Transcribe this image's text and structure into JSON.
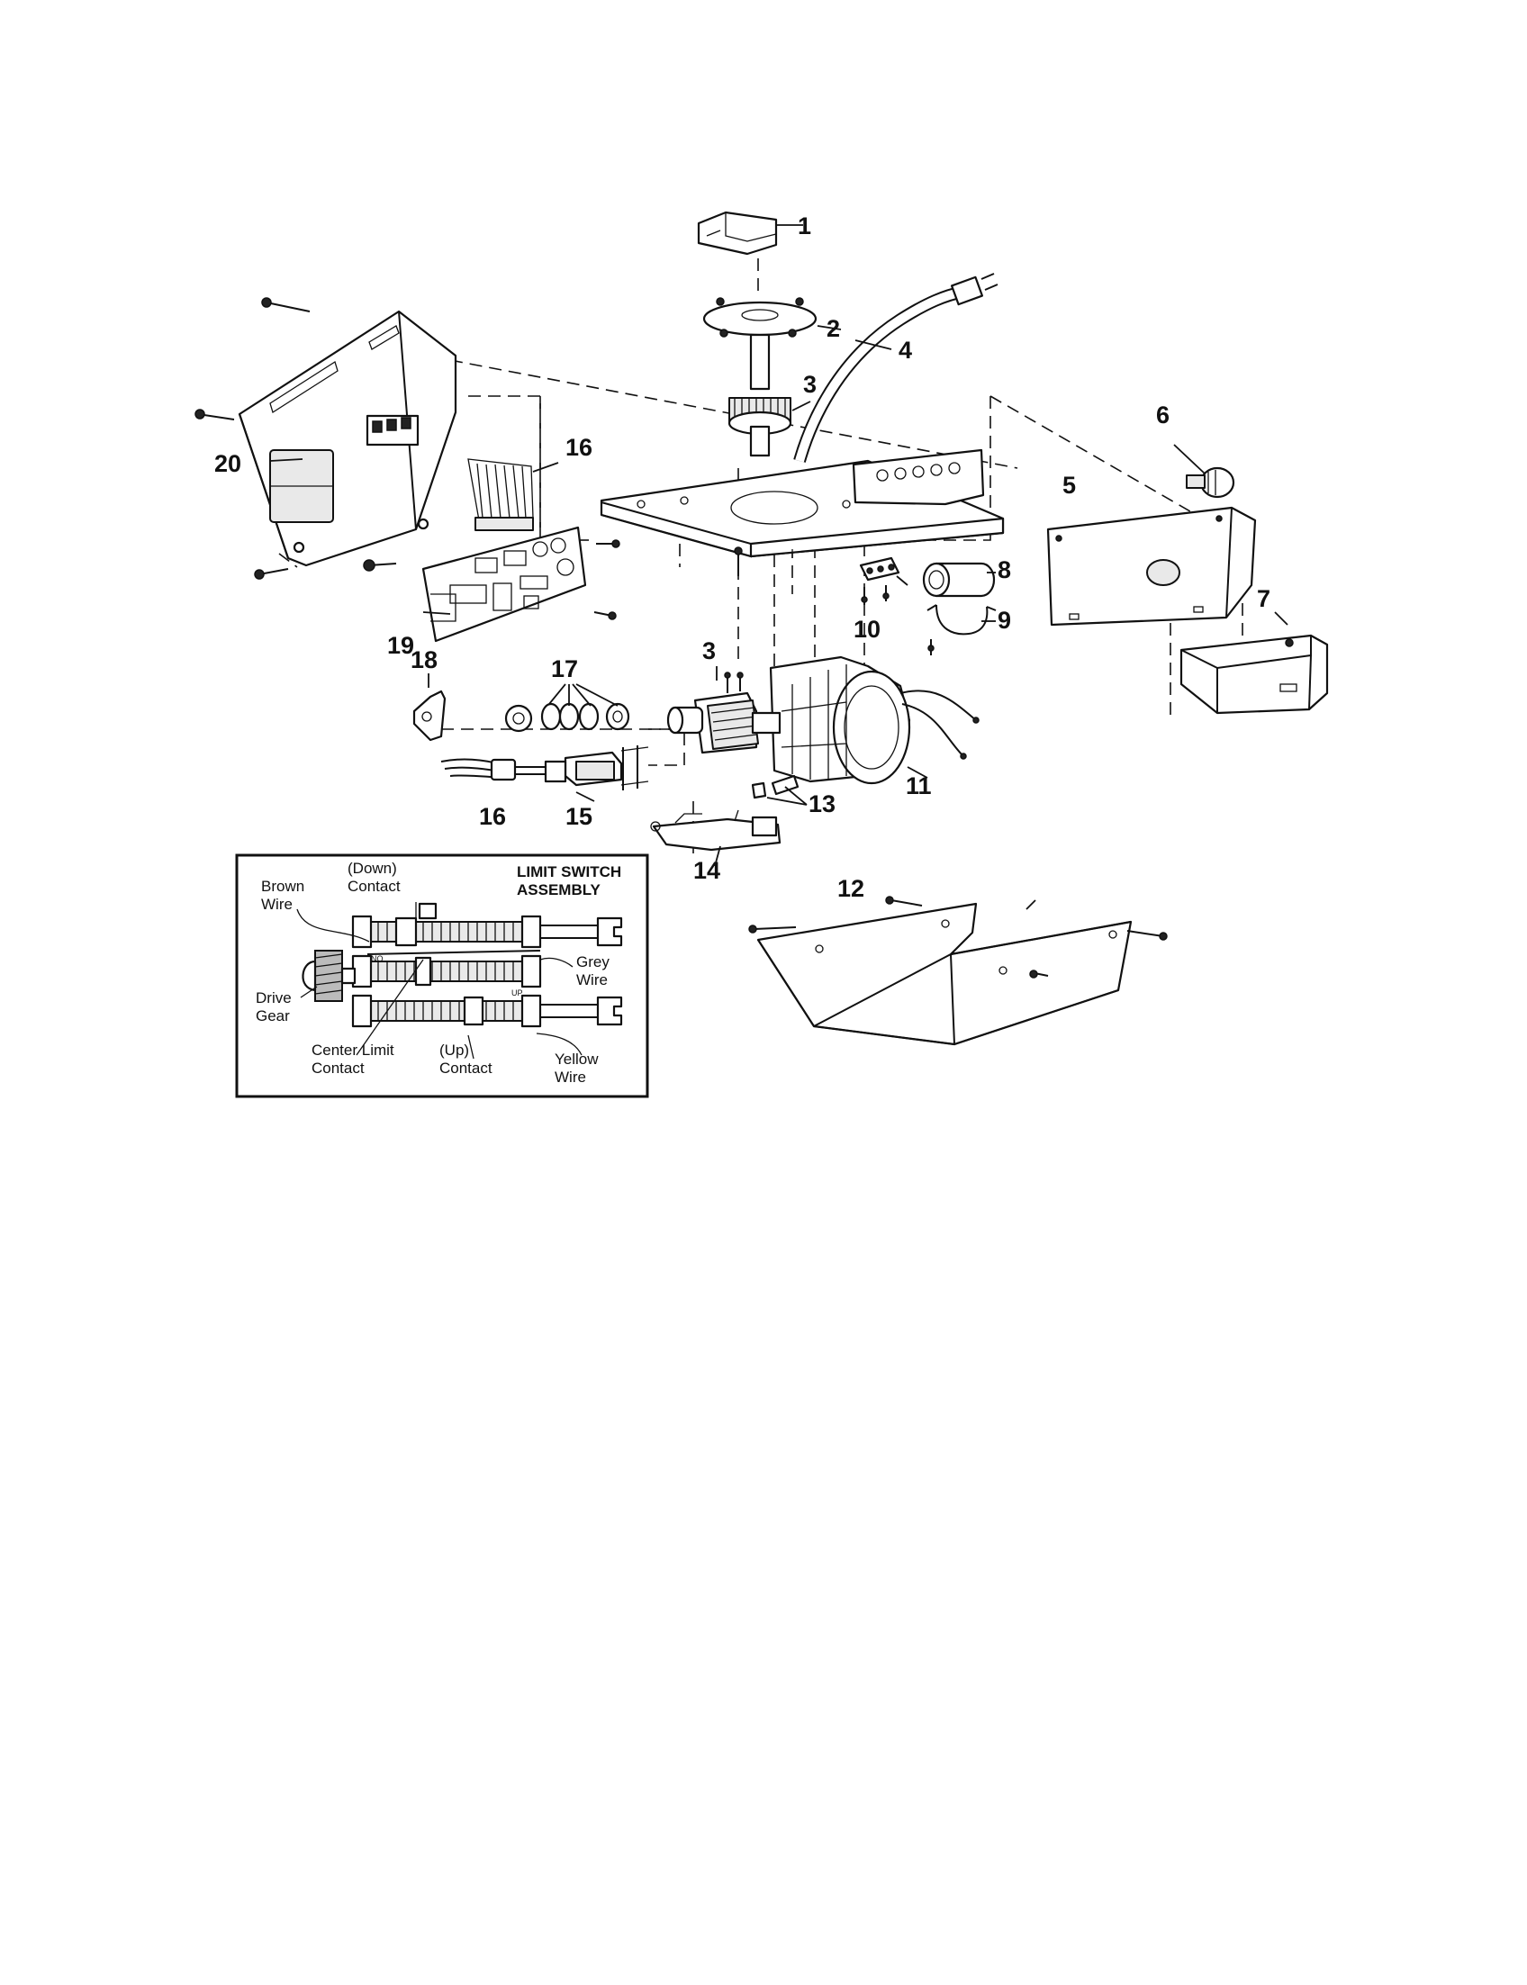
{
  "callouts": {
    "c1": "1",
    "c2": "2",
    "c3a": "3",
    "c3b": "3",
    "c4": "4",
    "c5": "5",
    "c6": "6",
    "c7": "7",
    "c8": "8",
    "c9": "9",
    "c10": "10",
    "c11": "11",
    "c12": "12",
    "c13": "13",
    "c14": "14",
    "c15": "15",
    "c16a": "16",
    "c16b": "16",
    "c17": "17",
    "c18": "18",
    "c19": "19",
    "c20": "20"
  },
  "inset": {
    "title_line1": "LIMIT SWITCH",
    "title_line2": "ASSEMBLY",
    "brown_wire_1": "Brown",
    "brown_wire_2": "Wire",
    "down_contact_1": "(Down)",
    "down_contact_2": "Contact",
    "grey_wire_1": "Grey",
    "grey_wire_2": "Wire",
    "drive_gear_1": "Drive",
    "drive_gear_2": "Gear",
    "center_limit_1": "Center Limit",
    "center_limit_2": "Contact",
    "up_contact_1": "(Up)",
    "up_contact_2": "Contact",
    "yellow_wire_1": "Yellow",
    "yellow_wire_2": "Wire",
    "no_mark": "NO",
    "up_mark": "UP"
  }
}
